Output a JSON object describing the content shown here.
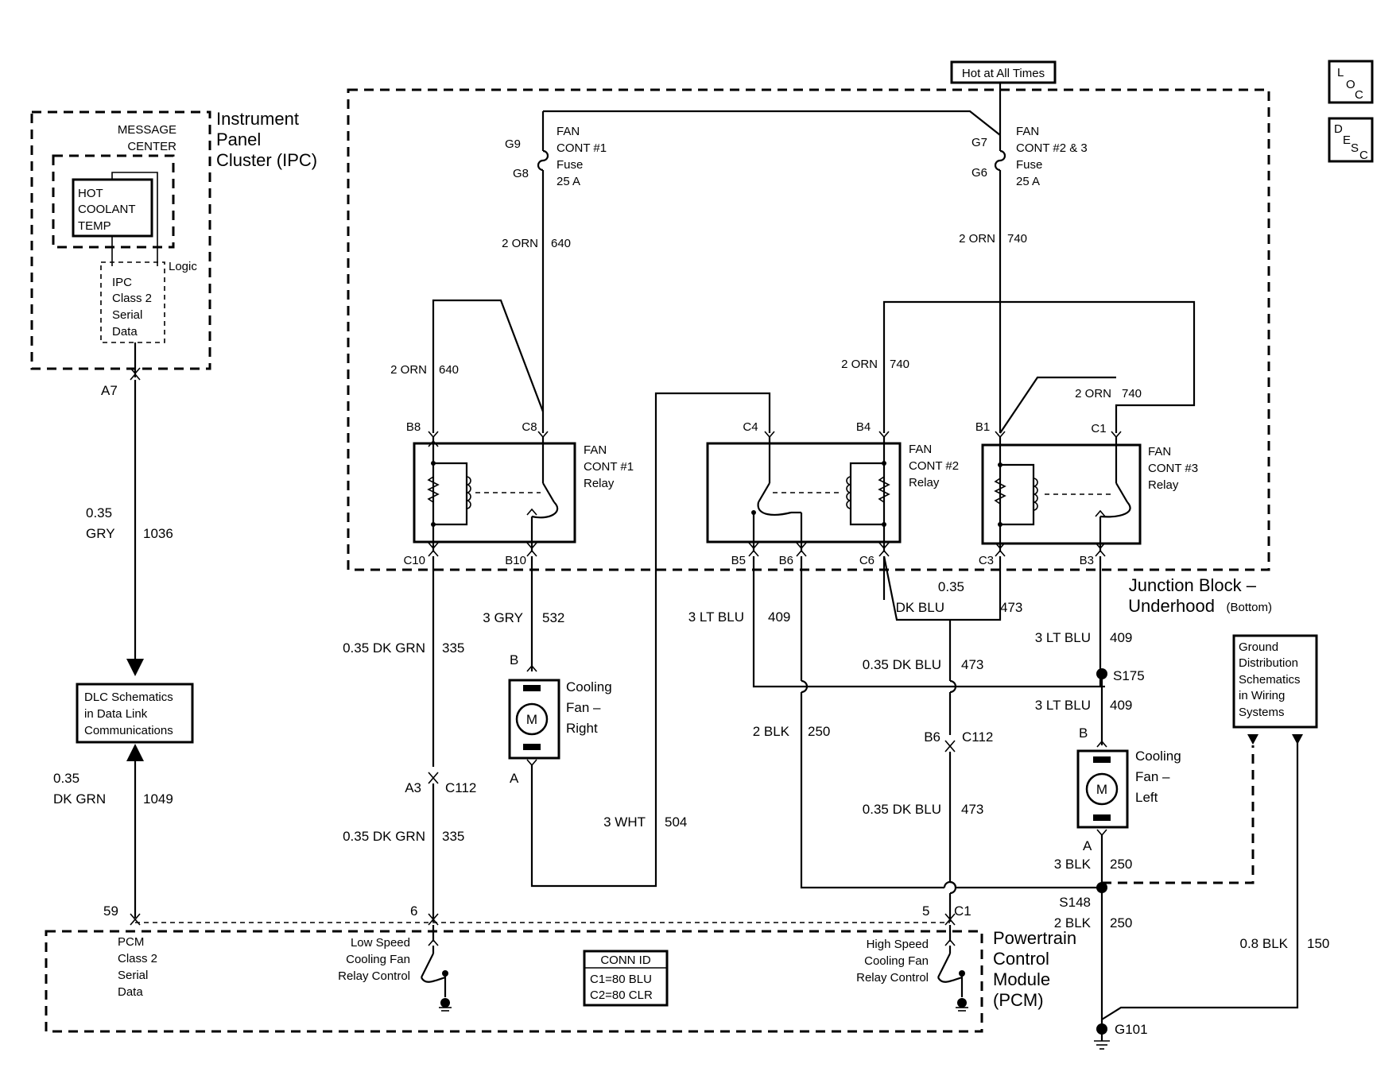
{
  "header": {
    "hot_at_all_times": "Hot at All Times",
    "loc_icon": "loc-icon",
    "desc_icon": "desc-icon",
    "loc_letters": [
      "L",
      "O",
      "C"
    ],
    "desc_letters": [
      "D",
      "E",
      "S",
      "C"
    ]
  },
  "ipc": {
    "title": [
      "Instrument",
      "Panel",
      "Cluster (IPC)"
    ],
    "message_center": [
      "MESSAGE",
      "CENTER"
    ],
    "hot_coolant": [
      "HOT",
      "COOLANT",
      "TEMP"
    ],
    "logic": "Logic",
    "serial": [
      "IPC",
      "Class 2",
      "Serial",
      "Data"
    ],
    "pin": "A7"
  },
  "wire_ipc": {
    "gauge_color": [
      "0.35",
      "GRY"
    ],
    "circuit": "1036"
  },
  "dlc": {
    "text": [
      "DLC Schematics",
      "in Data Link",
      "Communications"
    ]
  },
  "wire_pcm_dlc": {
    "gauge_color": [
      "0.35",
      "DK GRN"
    ],
    "circuit": "1049"
  },
  "fuses": {
    "f1": {
      "top_pin": "G9",
      "bottom_pin": "G8",
      "label": [
        "FAN",
        "CONT #1",
        "Fuse",
        "25 A"
      ]
    },
    "f2": {
      "top_pin": "G7",
      "bottom_pin": "G6",
      "label": [
        "FAN",
        "CONT #2 & 3",
        "Fuse",
        "25 A"
      ]
    }
  },
  "wires": {
    "w640a": {
      "gc": "2 ORN",
      "ckt": "640"
    },
    "w640b": {
      "gc": "2 ORN",
      "ckt": "640"
    },
    "w740a": {
      "gc": "2 ORN",
      "ckt": "740"
    },
    "w740b": {
      "gc": "2 ORN",
      "ckt": "740"
    },
    "w740c": {
      "gc": "2 ORN",
      "ckt": "740"
    },
    "w532": {
      "gc": "3 GRY",
      "ckt": "532"
    },
    "w335a": {
      "gc": "0.35 DK GRN",
      "ckt": "335"
    },
    "w335b": {
      "gc": "0.35 DK GRN",
      "ckt": "335"
    },
    "w409a": {
      "gc": "3 LT BLU",
      "ckt": "409"
    },
    "w409b": {
      "gc": "3 LT BLU",
      "ckt": "409"
    },
    "w409c": {
      "gc": "3 LT BLU",
      "ckt": "409"
    },
    "w473a": {
      "gc": [
        "0.35",
        "DK BLU"
      ],
      "ckt": "473"
    },
    "w473b": {
      "gc": "0.35 DK BLU",
      "ckt": "473"
    },
    "w473c": {
      "gc": "0.35 DK BLU",
      "ckt": "473"
    },
    "w250a": {
      "gc": "2 BLK",
      "ckt": "250"
    },
    "w250b": {
      "gc": "3 BLK",
      "ckt": "250"
    },
    "w250c": {
      "gc": "2 BLK",
      "ckt": "250"
    },
    "w504": {
      "gc": "3 WHT",
      "ckt": "504"
    },
    "w150": {
      "gc": "0.8 BLK",
      "ckt": "150"
    }
  },
  "relays": {
    "r1": {
      "label": [
        "FAN",
        "CONT #1",
        "Relay"
      ],
      "pins": [
        "B8",
        "C8",
        "C10",
        "B10"
      ]
    },
    "r2": {
      "label": [
        "FAN",
        "CONT #2",
        "Relay"
      ],
      "pins": [
        "C4",
        "B4",
        "B5",
        "B6",
        "C6"
      ]
    },
    "r3": {
      "label": [
        "FAN",
        "CONT #3",
        "Relay"
      ],
      "pins": [
        "B1",
        "C1",
        "C3",
        "B3"
      ]
    }
  },
  "junction_block": {
    "title": "Junction Block –",
    "subtitle": "Underhood",
    "note": "(Bottom)"
  },
  "motors": {
    "right": {
      "symbol": "M",
      "top_pin": "B",
      "bottom_pin": "A",
      "label": [
        "Cooling",
        "Fan –",
        "Right"
      ]
    },
    "left": {
      "symbol": "M",
      "top_pin": "B",
      "bottom_pin": "A",
      "label": [
        "Cooling",
        "Fan –",
        "Left"
      ]
    }
  },
  "splices": {
    "s175": "S175",
    "s148": "S148",
    "g101": "G101"
  },
  "connectors": {
    "a3": "A3",
    "c112a": "C112",
    "b6": "B6",
    "c112b": "C112",
    "pin59": "59",
    "pin6": "6",
    "pin5": "5",
    "c1": "C1"
  },
  "ground_dist": {
    "text": [
      "Ground",
      "Distribution",
      "Schematics",
      "in Wiring",
      "Systems"
    ]
  },
  "pcm": {
    "title": [
      "Powertrain",
      "Control",
      "Module",
      "(PCM)"
    ],
    "serial": [
      "PCM",
      "Class 2",
      "Serial",
      "Data"
    ],
    "low": [
      "Low Speed",
      "Cooling Fan",
      "Relay Control"
    ],
    "high": [
      "High Speed",
      "Cooling Fan",
      "Relay Control"
    ],
    "conn_id": [
      "CONN ID",
      "C1=80 BLU",
      "C2=80 CLR"
    ]
  }
}
